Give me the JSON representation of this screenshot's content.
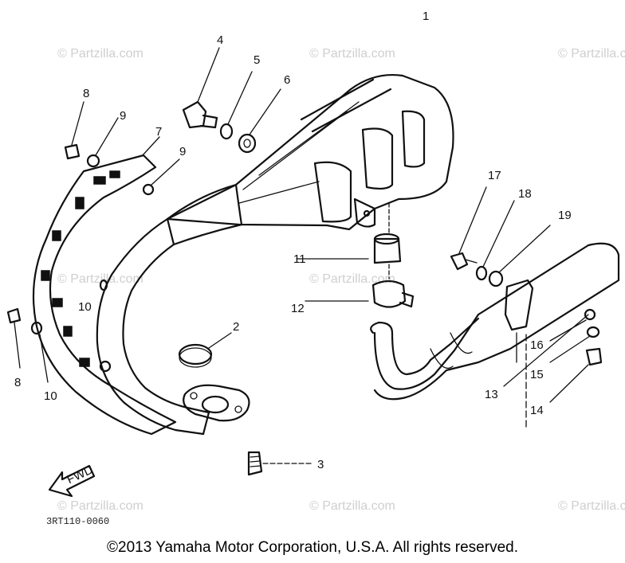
{
  "watermark": "© Partzilla.com",
  "diagram_code": "3RT110-0060",
  "fwd_label": "FWD",
  "copyright": "©2013 Yamaha Motor Corporation, U.S.A. All rights reserved.",
  "callouts": [
    "1",
    "2",
    "3",
    "4",
    "5",
    "6",
    "7",
    "8",
    "9",
    "10",
    "11",
    "12",
    "13",
    "14",
    "15",
    "16",
    "17",
    "18",
    "19"
  ],
  "callouts_repeat": [
    "8",
    "9",
    "10"
  ]
}
